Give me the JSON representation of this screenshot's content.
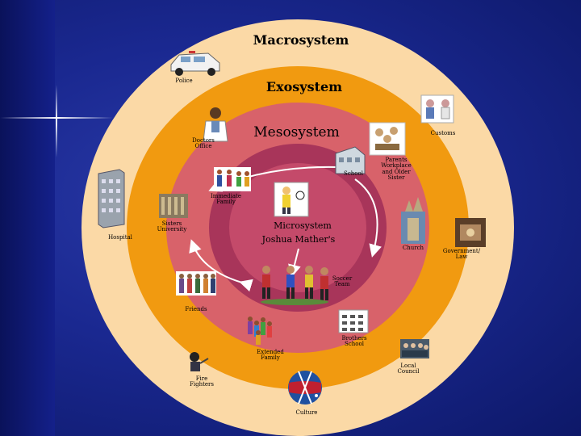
{
  "rings": {
    "macro_title": "Macrosystem",
    "exo_title": "Exosystem",
    "meso_title": "Mesosystem",
    "micro_title": "Microsystem",
    "center_name": "Joshua Mather's"
  },
  "labels": {
    "police": "Police",
    "doctors_office_1": "Doctors",
    "doctors_office_2": "Office",
    "customs": "Customs",
    "school": "School",
    "parents_workplace_1": "Parents",
    "parents_workplace_2": "Workplace",
    "parents_workplace_3": "and Older",
    "parents_workplace_4": "Sister",
    "immediate_family_1": "Immediate",
    "immediate_family_2": "Family",
    "sisters_university_1": "Sisters",
    "sisters_university_2": "University",
    "hospital": "Hospital",
    "church": "Church",
    "government_1": "Government/",
    "government_2": "Law",
    "soccer_team_1": "Soccer",
    "soccer_team_2": "Team",
    "friends": "Friends",
    "brothers_school_1": "Brothers",
    "brothers_school_2": "School",
    "extended_family_1": "Extended",
    "extended_family_2": "Family",
    "local_council_1": "Local",
    "local_council_2": "Council",
    "fire_fighters_1": "Fire",
    "fire_fighters_2": "Fighters",
    "culture": "Culture"
  },
  "colors": {
    "background": "#1a2890",
    "macro_ring": "#fbd9a6",
    "exo_ring": "#f19a10",
    "meso_ring": "#d8626a",
    "micro_ring": "#a8355a",
    "center": "#c44a6a"
  }
}
